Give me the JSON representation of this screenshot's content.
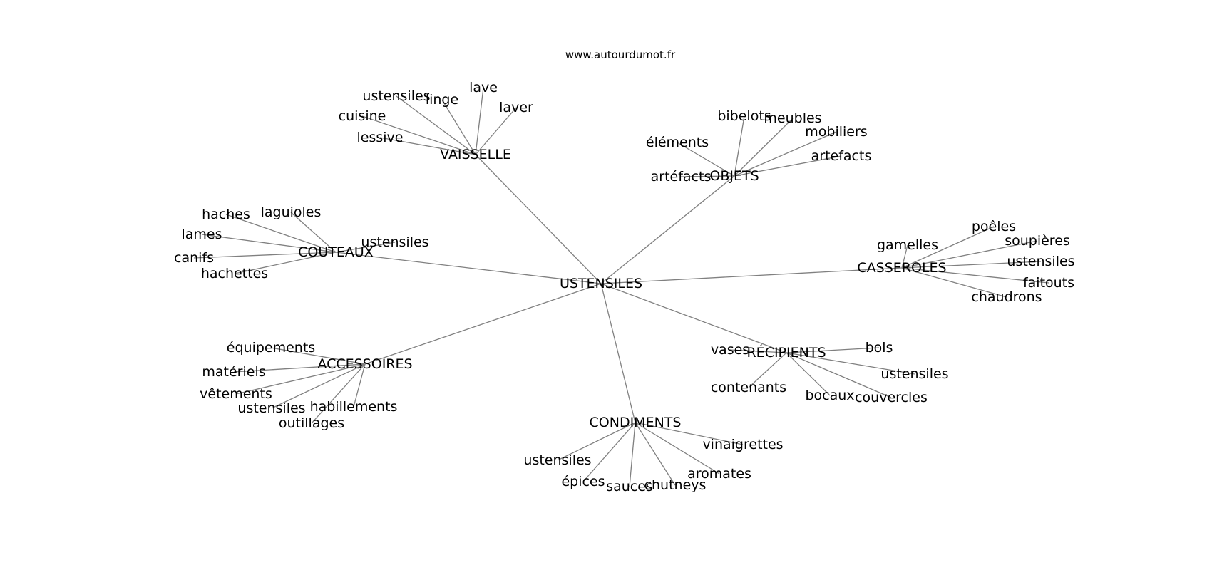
{
  "header": {
    "site": "www.autourdumot.fr"
  },
  "graph": {
    "edge_color": "#808080",
    "text_color": "#000000",
    "root": "USTENSILES",
    "groups": [
      {
        "id": "vaisselle",
        "label": "VAISSELLE",
        "children": [
          "ustensiles",
          "linge",
          "lave",
          "laver",
          "cuisine",
          "lessive"
        ]
      },
      {
        "id": "objets",
        "label": "OBJETS",
        "children": [
          "bibelots",
          "meubles",
          "mobiliers",
          "éléments",
          "artefacts",
          "artéfacts"
        ]
      },
      {
        "id": "couteaux",
        "label": "COUTEAUX",
        "children": [
          "haches",
          "laguioles",
          "lames",
          "canifs",
          "hachettes",
          "ustensiles"
        ]
      },
      {
        "id": "casseroles",
        "label": "CASSEROLES",
        "children": [
          "poêles",
          "gamelles",
          "soupières",
          "ustensiles",
          "faitouts",
          "chaudrons"
        ]
      },
      {
        "id": "accessoires",
        "label": "ACCESSOIRES",
        "children": [
          "équipements",
          "matériels",
          "vêtements",
          "ustensiles",
          "habillements",
          "outillages"
        ]
      },
      {
        "id": "recipients",
        "label": "RÉCIPIENTS",
        "children": [
          "vases",
          "bols",
          "ustensiles",
          "contenants",
          "bocaux",
          "couvercles"
        ]
      },
      {
        "id": "condiments",
        "label": "CONDIMENTS",
        "children": [
          "vinaigrettes",
          "ustensiles",
          "aromates",
          "épices",
          "sauces",
          "chutneys"
        ]
      }
    ]
  }
}
